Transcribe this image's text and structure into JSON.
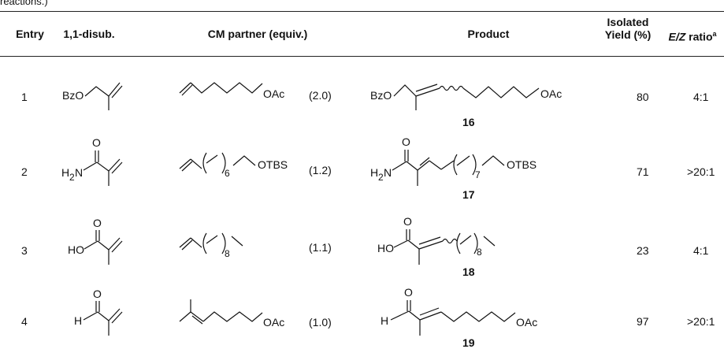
{
  "fragment_top": "reactions.)",
  "headers": {
    "entry": "Entry",
    "disub": "1,1-disub.",
    "partner": "CM partner (equiv.)",
    "product": "Product",
    "yield_line1": "Isolated",
    "yield_line2": "Yield (%)",
    "ratio_label": "E/Z",
    "ratio_rest": " ratio",
    "ratio_sup": "a"
  },
  "rows": [
    {
      "entry": "1",
      "disub_label": "BzO",
      "partner_label": "OAc",
      "equiv": "(2.0)",
      "product_labels": [
        "BzO",
        "OAc"
      ],
      "compound": "16",
      "yield": "80",
      "ratio": "4:1"
    },
    {
      "entry": "2",
      "disub_labels": [
        "O",
        "H",
        "2",
        "N"
      ],
      "partner_labels": [
        "6",
        "OTBS"
      ],
      "equiv": "(1.2)",
      "product_labels": [
        "O",
        "H",
        "2",
        "N",
        "7",
        "OTBS"
      ],
      "compound": "17",
      "yield": "71",
      "ratio": ">20:1"
    },
    {
      "entry": "3",
      "disub_labels": [
        "O",
        "HO"
      ],
      "partner_labels": [
        "8"
      ],
      "equiv": "(1.1)",
      "product_labels": [
        "O",
        "HO",
        "8"
      ],
      "compound": "18",
      "yield": "23",
      "ratio": "4:1"
    },
    {
      "entry": "4",
      "disub_labels": [
        "O",
        "H"
      ],
      "partner_labels": [
        "OAc"
      ],
      "equiv": "(1.0)",
      "product_labels": [
        "O",
        "H",
        "OAc"
      ],
      "compound": "19",
      "yield": "97",
      "ratio": ">20:1"
    }
  ]
}
